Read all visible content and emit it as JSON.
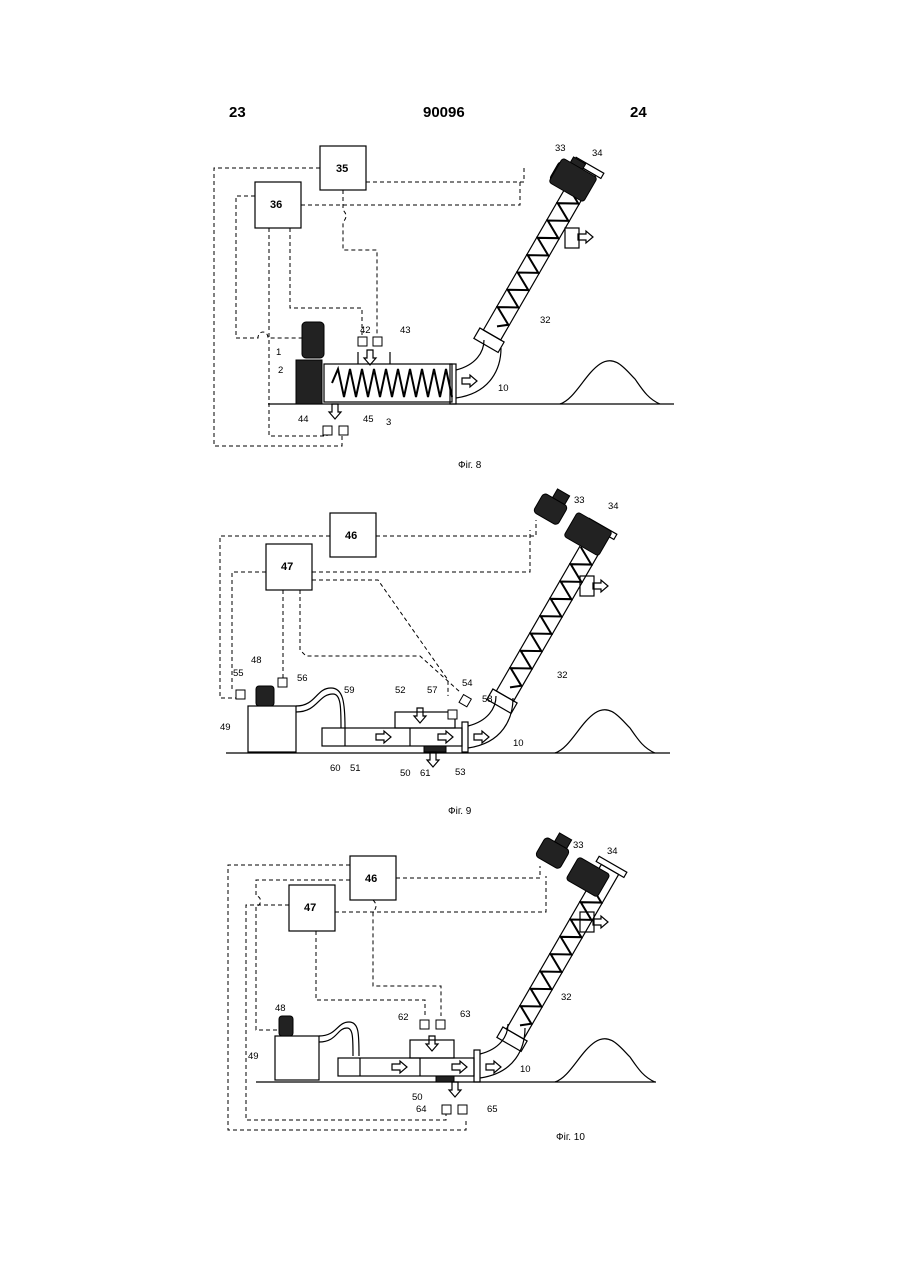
{
  "header": {
    "left": "23",
    "center": "90096",
    "right": "24"
  },
  "figures": [
    {
      "caption": "Фіг. 8",
      "boxes": [
        "35",
        "36"
      ],
      "labels": [
        "33",
        "34",
        "32",
        "42",
        "43",
        "1",
        "2",
        "3",
        "10",
        "44",
        "45"
      ]
    },
    {
      "caption": "Фіг. 9",
      "boxes": [
        "46",
        "47"
      ],
      "labels": [
        "33",
        "34",
        "32",
        "52",
        "57",
        "54",
        "58",
        "55",
        "48",
        "56",
        "59",
        "49",
        "60",
        "51",
        "50",
        "61",
        "53",
        "10"
      ]
    },
    {
      "caption": "Фіг. 10",
      "boxes": [
        "46",
        "47"
      ],
      "labels": [
        "33",
        "34",
        "32",
        "48",
        "49",
        "62",
        "63",
        "50",
        "10",
        "64",
        "65"
      ]
    }
  ]
}
